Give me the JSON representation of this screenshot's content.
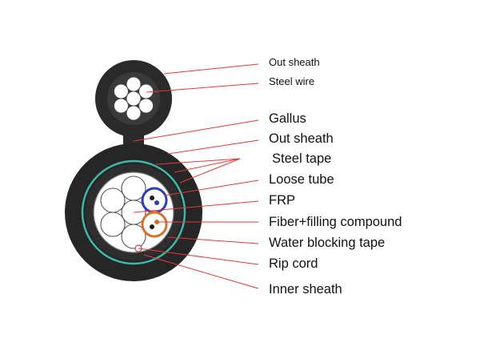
{
  "labels": {
    "out_sheath_top": "Out sheath",
    "steel_wire": "Steel wire",
    "gallus": "Gallus",
    "out_sheath": "Out sheath",
    "steel_tape": "Steel tape",
    "loose_tube": "Loose tube",
    "frp": "FRP",
    "fiber_filling": "Fiber+filling compound",
    "water_blocking": "Water blocking tape",
    "rip_cord": "Rip cord",
    "inner_sheath": "Inner sheath"
  },
  "colors": {
    "sheath": "#2b2b2b",
    "leader_line": "#e03a3a",
    "steel_tape": "#3bb8a8",
    "wire_fill": "#ffffff",
    "tube_blue": "#2b3fb8",
    "tube_orange": "#d8722a"
  }
}
